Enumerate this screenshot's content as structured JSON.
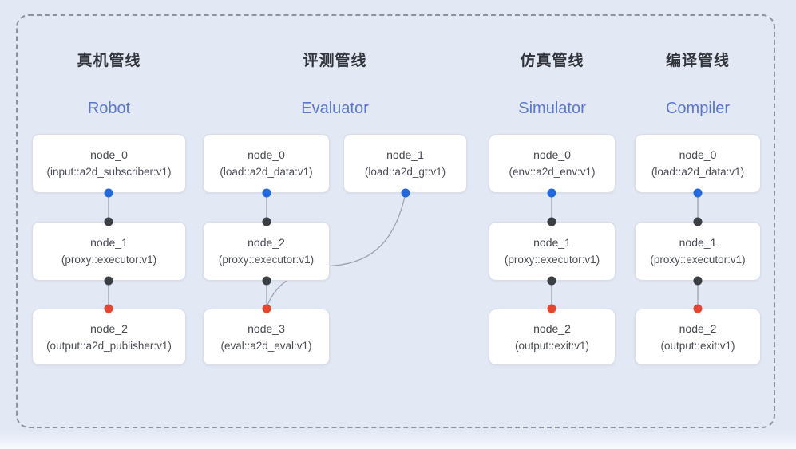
{
  "colors": {
    "background": "#e3e8f5",
    "dashed_border": "#8e949f",
    "box_bg": "#ffffff",
    "box_border": "#d9dde7",
    "header_zh": "#32343b",
    "header_en": "#5b76cc",
    "node_text": "#45484f",
    "edge": "#9aa5b4",
    "port_input_blue": "#2268e0",
    "port_mid_black": "#3b3e43",
    "port_output_red": "#e8452f"
  },
  "pipelines": [
    {
      "title_zh": "真机管线",
      "title_en": "Robot",
      "nodes": [
        {
          "name": "node_0",
          "type": "(input::a2d_subscriber:v1)"
        },
        {
          "name": "node_1",
          "type": "(proxy::executor:v1)"
        },
        {
          "name": "node_2",
          "type": "(output::a2d_publisher:v1)"
        }
      ]
    },
    {
      "title_zh": "评测管线",
      "title_en": "Evaluator",
      "nodes": [
        {
          "name": "node_0",
          "type": "(load::a2d_data:v1)"
        },
        {
          "name": "node_1",
          "type": "(load::a2d_gt:v1)"
        },
        {
          "name": "node_2",
          "type": "(proxy::executor:v1)"
        },
        {
          "name": "node_3",
          "type": "(eval::a2d_eval:v1)"
        }
      ]
    },
    {
      "title_zh": "仿真管线",
      "title_en": "Simulator",
      "nodes": [
        {
          "name": "node_0",
          "type": "(env::a2d_env:v1)"
        },
        {
          "name": "node_1",
          "type": "(proxy::executor:v1)"
        },
        {
          "name": "node_2",
          "type": "(output::exit:v1)"
        }
      ]
    },
    {
      "title_zh": "编译管线",
      "title_en": "Compiler",
      "nodes": [
        {
          "name": "node_0",
          "type": "(load::a2d_data:v1)"
        },
        {
          "name": "node_1",
          "type": "(proxy::executor:v1)"
        },
        {
          "name": "node_2",
          "type": "(output::exit:v1)"
        }
      ]
    }
  ]
}
